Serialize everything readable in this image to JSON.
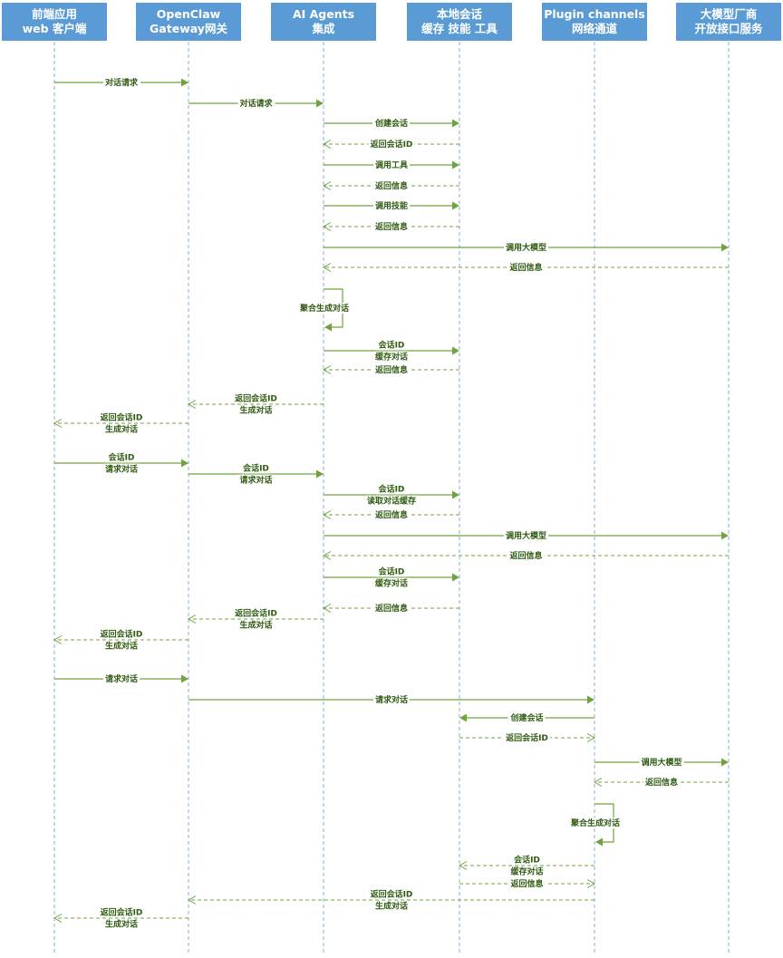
{
  "colors": {
    "header_fill": "#5b9bd5",
    "header_text": "#ffffff",
    "lifeline": "#7fb0de",
    "message": "#70a33f",
    "label_text": "#2f5b11"
  },
  "participants": [
    {
      "id": "web",
      "lines": [
        "前端应用",
        "web 客户端"
      ]
    },
    {
      "id": "gateway",
      "lines": [
        "OpenClaw",
        "Gateway网关"
      ]
    },
    {
      "id": "agents",
      "lines": [
        "AI Agents",
        "集成"
      ]
    },
    {
      "id": "local",
      "lines": [
        "本地会话",
        "缓存 技能 工具"
      ]
    },
    {
      "id": "plugin",
      "lines": [
        "Plugin channels",
        "网络通道"
      ]
    },
    {
      "id": "llm",
      "lines": [
        "大模型厂商",
        "开放接口服务"
      ]
    }
  ],
  "messages": [
    {
      "from": "web",
      "to": "gateway",
      "kind": "call",
      "label": [
        "对话请求"
      ]
    },
    {
      "from": "gateway",
      "to": "agents",
      "kind": "call",
      "label": [
        "对话请求"
      ]
    },
    {
      "from": "agents",
      "to": "local",
      "kind": "call",
      "label": [
        "创建会话"
      ]
    },
    {
      "from": "local",
      "to": "agents",
      "kind": "return",
      "label": [
        "返回会话ID"
      ]
    },
    {
      "from": "agents",
      "to": "local",
      "kind": "call",
      "label": [
        "调用工具"
      ]
    },
    {
      "from": "local",
      "to": "agents",
      "kind": "return",
      "label": [
        "返回信息"
      ]
    },
    {
      "from": "agents",
      "to": "local",
      "kind": "call",
      "label": [
        "调用技能"
      ]
    },
    {
      "from": "local",
      "to": "agents",
      "kind": "return",
      "label": [
        "返回信息"
      ]
    },
    {
      "from": "agents",
      "to": "llm",
      "kind": "call",
      "label": [
        "调用大模型"
      ]
    },
    {
      "from": "llm",
      "to": "agents",
      "kind": "return",
      "label": [
        "返回信息"
      ]
    },
    {
      "from": "agents",
      "to": "agents",
      "kind": "self",
      "label": [
        "聚合生成对话"
      ]
    },
    {
      "from": "agents",
      "to": "local",
      "kind": "call",
      "label": [
        "会话ID",
        "缓存对话"
      ]
    },
    {
      "from": "local",
      "to": "agents",
      "kind": "return",
      "label": [
        "返回信息"
      ]
    },
    {
      "from": "agents",
      "to": "gateway",
      "kind": "return",
      "label": [
        "返回会话ID",
        "生成对话"
      ]
    },
    {
      "from": "gateway",
      "to": "web",
      "kind": "return",
      "label": [
        "返回会话ID",
        "生成对话"
      ]
    },
    {
      "from": "web",
      "to": "gateway",
      "kind": "call",
      "label": [
        "会话ID",
        "请求对话"
      ]
    },
    {
      "from": "gateway",
      "to": "agents",
      "kind": "call",
      "label": [
        "会话ID",
        "请求对话"
      ]
    },
    {
      "from": "agents",
      "to": "local",
      "kind": "call",
      "label": [
        "会话ID",
        "读取对话缓存"
      ]
    },
    {
      "from": "local",
      "to": "agents",
      "kind": "return",
      "label": [
        "返回信息"
      ]
    },
    {
      "from": "agents",
      "to": "llm",
      "kind": "call",
      "label": [
        "调用大模型"
      ]
    },
    {
      "from": "llm",
      "to": "agents",
      "kind": "return",
      "label": [
        "返回信息"
      ]
    },
    {
      "from": "agents",
      "to": "local",
      "kind": "call",
      "label": [
        "会话ID",
        "缓存对话"
      ]
    },
    {
      "from": "local",
      "to": "agents",
      "kind": "return",
      "label": [
        "返回信息"
      ]
    },
    {
      "from": "agents",
      "to": "gateway",
      "kind": "return",
      "label": [
        "返回会话ID",
        "生成对话"
      ]
    },
    {
      "from": "gateway",
      "to": "web",
      "kind": "return",
      "label": [
        "返回会话ID",
        "生成对话"
      ]
    },
    {
      "from": "web",
      "to": "gateway",
      "kind": "call",
      "label": [
        "请求对话"
      ]
    },
    {
      "from": "gateway",
      "to": "plugin",
      "kind": "call",
      "label": [
        "请求对话"
      ]
    },
    {
      "from": "plugin",
      "to": "local",
      "kind": "call",
      "label": [
        "创建会话"
      ]
    },
    {
      "from": "local",
      "to": "plugin",
      "kind": "return",
      "label": [
        "返回会话ID"
      ]
    },
    {
      "from": "plugin",
      "to": "llm",
      "kind": "call",
      "label": [
        "调用大模型"
      ]
    },
    {
      "from": "llm",
      "to": "plugin",
      "kind": "return",
      "label": [
        "返回信息"
      ]
    },
    {
      "from": "plugin",
      "to": "plugin",
      "kind": "self",
      "label": [
        "聚合生成对话"
      ]
    },
    {
      "from": "plugin",
      "to": "local",
      "kind": "return",
      "label": [
        "会话ID",
        "缓存对话"
      ]
    },
    {
      "from": "local",
      "to": "plugin",
      "kind": "return",
      "label": [
        "返回信息"
      ]
    },
    {
      "from": "plugin",
      "to": "gateway",
      "kind": "return",
      "label": [
        "返回会话ID",
        "生成对话"
      ]
    },
    {
      "from": "gateway",
      "to": "web",
      "kind": "return",
      "label": [
        "返回会话ID",
        "生成对话"
      ]
    }
  ]
}
